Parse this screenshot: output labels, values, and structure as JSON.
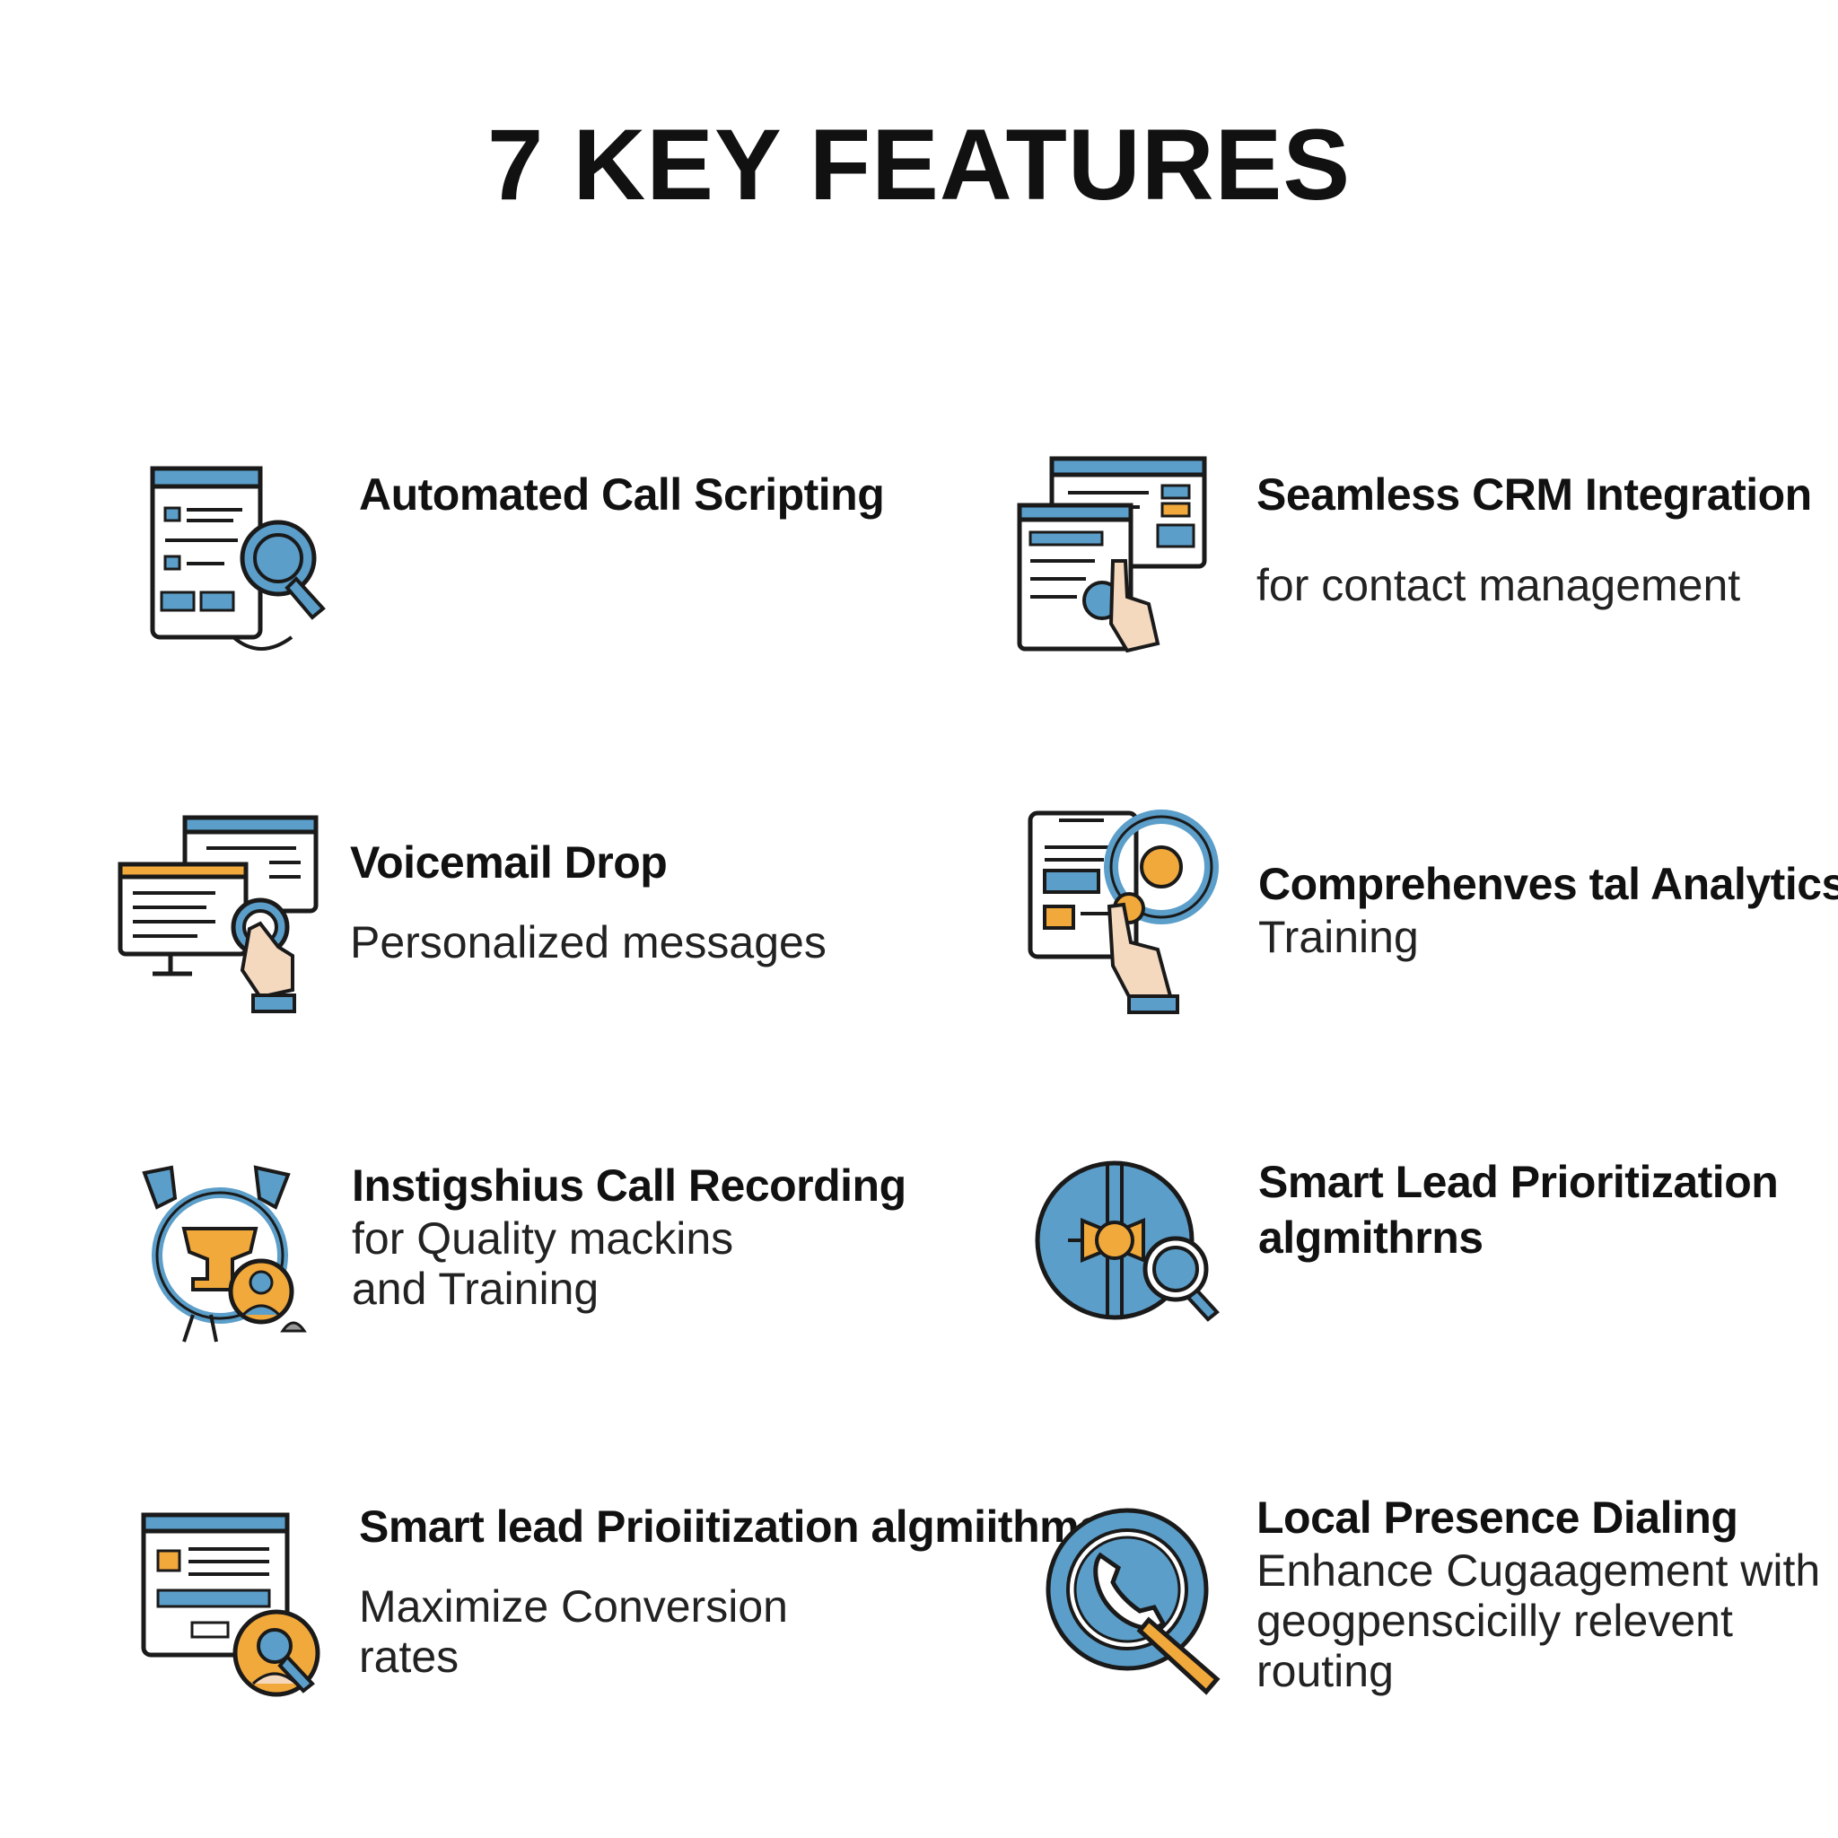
{
  "title": "7 KEY FEATURES",
  "colors": {
    "accent_blue": "#5b9ec9",
    "accent_orange": "#f2a93b",
    "line": "#1a1a1a",
    "skin": "#f5d9bf"
  },
  "features": [
    {
      "icon": "browser-search-icon",
      "title": "Automated Call Scripting",
      "desc": [
        "",
        ""
      ]
    },
    {
      "icon": "crm-windows-icon",
      "title": "Seamless CRM Integration",
      "desc": [
        "for contact management",
        ""
      ]
    },
    {
      "icon": "voicemail-monitor-icon",
      "title": "Voicemail Drop",
      "desc": [
        "Personalized messages",
        ""
      ]
    },
    {
      "icon": "analytics-touch-icon",
      "title": "Comprehenves tal Analytics",
      "desc": [
        "Training",
        ""
      ]
    },
    {
      "icon": "call-recording-trophy-icon",
      "title": "Instigshius Call Recording",
      "desc": [
        "for Quality mackins",
        "and Training"
      ]
    },
    {
      "icon": "lead-target-search-icon",
      "title": "Smart Lead Prioritization",
      "desc": [
        "algmithrns",
        ""
      ]
    },
    {
      "icon": "lead-window-profile-icon",
      "title": "Smart lead Prioiitization algmiithms",
      "desc": [
        "Maximize Conversion",
        "rates"
      ]
    },
    {
      "icon": "phone-search-icon",
      "title": "Local Presence Dialing",
      "desc": [
        "Enhance Cugaagement with",
        "geogpenscicilly relevent",
        "routing"
      ]
    }
  ]
}
